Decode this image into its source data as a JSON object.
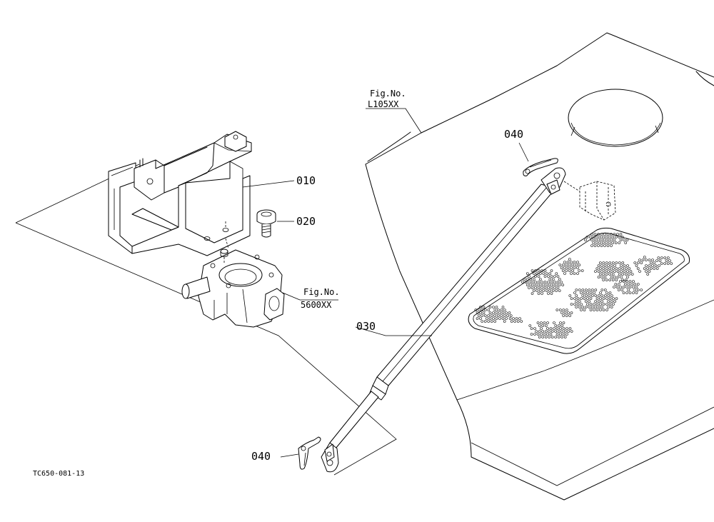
{
  "figure_code": "TC650-081-13",
  "callouts": {
    "p010": "010",
    "p020": "020",
    "p030": "030",
    "p040_top": "040",
    "p040_bottom": "040"
  },
  "fig_refs": {
    "hood": {
      "line1": "Fig.No.",
      "line2": "L105XX"
    },
    "thermostat": {
      "line1": "Fig.No.",
      "line2": "5600XX"
    }
  }
}
